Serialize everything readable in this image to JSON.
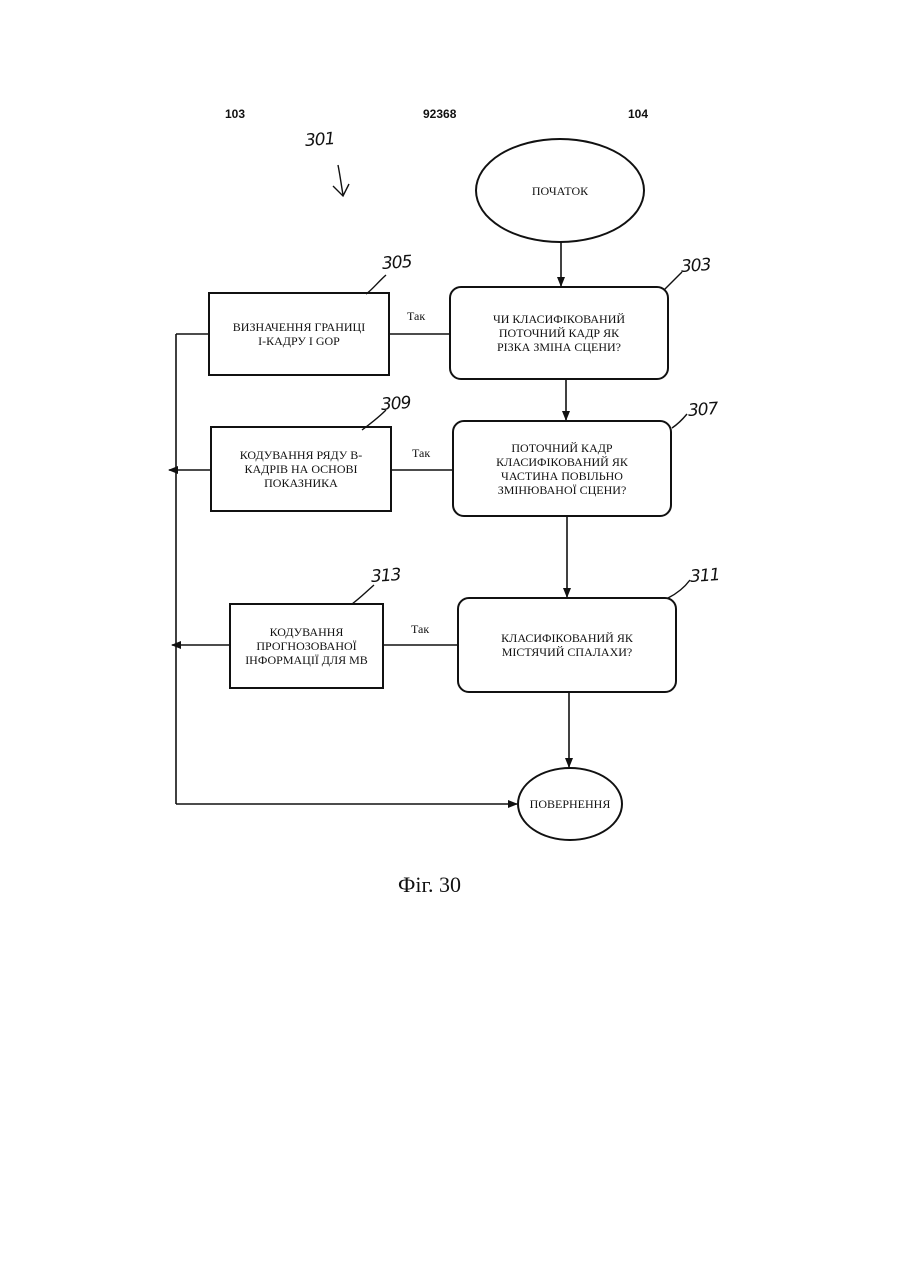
{
  "header": {
    "left_page": "103",
    "center": "92368",
    "right_page": "104"
  },
  "refs": {
    "flow": "301",
    "decision_1": "303",
    "action_1": "305",
    "decision_2": "307",
    "action_2": "309",
    "decision_3": "311",
    "action_3": "313"
  },
  "nodes": {
    "start": "ПОЧАТОК",
    "decision_1": "ЧИ КЛАСИФІКОВАНИЙ\nПОТОЧНИЙ КАДР ЯК\nРІЗКА ЗМІНА СЦЕНИ?",
    "action_1": "ВИЗНАЧЕННЯ ГРАНИЦІ\nІ-КАДРУ І GOP",
    "decision_2": "ПОТОЧНИЙ КАДР\nКЛАСИФІКОВАНИЙ ЯК\nЧАСТИНА ПОВІЛЬНО\nЗМІНЮВАНОЇ СЦЕНИ?",
    "action_2": "КОДУВАННЯ РЯДУ В-\nКАДРІВ НА ОСНОВІ\nПОКАЗНИКА",
    "decision_3": "КЛАСИФІКОВАНИЙ ЯК\nМІСТЯЧИЙ СПАЛАХИ?",
    "action_3": "КОДУВАННЯ\nПРОГНОЗОВАНОЇ\nІНФОРМАЦІЇ ДЛЯ МВ",
    "end": "ПОВЕРНЕННЯ"
  },
  "yes_labels": {
    "edge_1": "Так",
    "edge_2": "Так",
    "edge_3": "Так"
  },
  "caption": "Фіг. 30"
}
